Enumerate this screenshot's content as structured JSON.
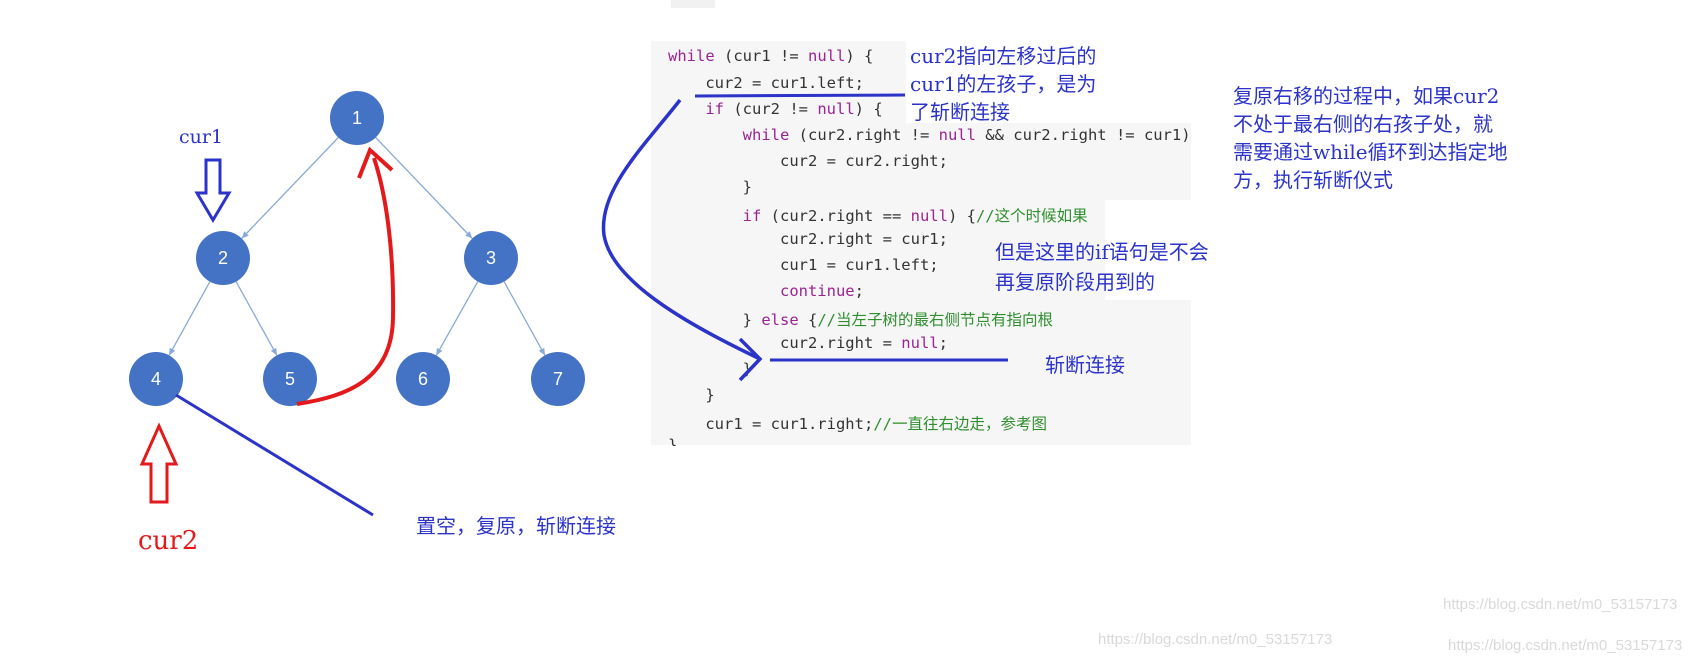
{
  "tree": {
    "nodes": [
      {
        "id": "n1",
        "label": "1"
      },
      {
        "id": "n2",
        "label": "2"
      },
      {
        "id": "n3",
        "label": "3"
      },
      {
        "id": "n4",
        "label": "4"
      },
      {
        "id": "n5",
        "label": "5"
      },
      {
        "id": "n6",
        "label": "6"
      },
      {
        "id": "n7",
        "label": "7"
      }
    ],
    "edges": [
      [
        "n1",
        "n2"
      ],
      [
        "n1",
        "n3"
      ],
      [
        "n2",
        "n4"
      ],
      [
        "n2",
        "n5"
      ],
      [
        "n3",
        "n6"
      ],
      [
        "n3",
        "n7"
      ]
    ],
    "node_color": "#4472c4",
    "edge_color": "#8aa9d6"
  },
  "labels": {
    "cur1": "cur1",
    "cur2": "cur2",
    "null_restore": "置空，复原，斩断连接",
    "left_child_1": "cur2指向左移过后的",
    "left_child_2": "cur1的左孩子，是为",
    "left_child_3": "了斩断连接",
    "restore_1": "复原右移的过程中，如果cur2",
    "restore_2": "不处于最右侧的右孩子处，就",
    "restore_3": "需要通过while循环到达指定地",
    "restore_4": "方，执行斩断仪式",
    "if_note_1": "但是这里的if语句是不会",
    "if_note_2": "再复原阶段用到的",
    "cut": "斩断连接"
  },
  "code": {
    "l1_kw": "while",
    "l1_a": " (cur1 != ",
    "l1_null": "null",
    "l1_b": ") {",
    "l2": "    cur2 = cur1.left;",
    "l3_indent": "    ",
    "l3_kw": "if",
    "l3_a": " (cur2 != ",
    "l3_null": "null",
    "l3_b": ") {",
    "l4_indent": "        ",
    "l4_kw": "while",
    "l4_a": " (cur2.right != ",
    "l4_null": "null",
    "l4_b": " && cur2.right != cur1)",
    "l5": "            cur2 = cur2.right;",
    "l6": "        }",
    "l7_indent": "        ",
    "l7_kw": "if",
    "l7_a": " (cur2.right == ",
    "l7_null": "null",
    "l7_b": ") {",
    "l7_cm": "//这个时候如果",
    "l8": "            cur2.right = cur1;",
    "l9": "            cur1 = cur1.left;",
    "l10_indent": "            ",
    "l10_kw": "continue",
    "l10_b": ";",
    "l11_a": "        } ",
    "l11_kw": "else",
    "l11_b": " {",
    "l11_cm": "//当左子树的最右侧节点有指向根",
    "l12_a": "            cur2.right = ",
    "l12_null": "null",
    "l12_b": ";",
    "l13": "        }",
    "l14": "    }",
    "l15_a": "    cur1 = cur1.right;",
    "l15_cm": "//一直往右边走，参考图",
    "l16": "}"
  },
  "watermarks": {
    "w1": "https://blog.csdn.net/m0_53157173",
    "w2": "https://blog.csdn.net/m0_53157173",
    "w3": "https://blog.csdn.net/m0_53157173"
  },
  "colors": {
    "annotation_blue": "#2b33c9",
    "annotation_red": "#e3191c",
    "keyword": "#9b2393",
    "comment": "#2f8f2f"
  }
}
